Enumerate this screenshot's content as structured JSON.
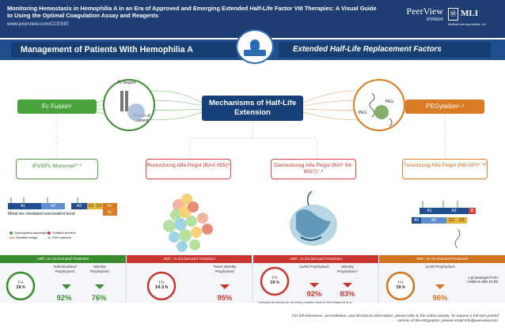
{
  "header": {
    "title": "Monitoring Hemostasis in Hemophilia A in an Era of Approved and Emerging Extended Half-Life Factor VIII Therapies: A Visual Guide to Using the Optimal Coagulation Assay and Reagents",
    "url": "www.peerview.com/CCE930",
    "logo_pv_main": "PeerView",
    "logo_pv_sub": "inVision",
    "logo_mli_mark": "Ⓜ",
    "logo_mli": "MLI",
    "logo_mli_sub": "Medical Learning Institute, Inc."
  },
  "band": {
    "left_title": "Management of Patients With Hemophilia A",
    "right_title": "Extended Half-Life Replacement Factors"
  },
  "mechanisms": {
    "center_title": "Mechanisms of Half-Life Extension",
    "left_label": "Fc Fusion¹",
    "right_label": "PEGylation¹·²",
    "fc_region": "Fc Region",
    "protein": "Protein of Interest",
    "peg1": "PEG",
    "peg2": "PEG"
  },
  "drugs": [
    {
      "name": "rFVIIIFc Monomer³⁻⁵",
      "color": "green"
    },
    {
      "name": "Rurioctocog Alfa Pegol (BAX 855)⁶",
      "color": "red"
    },
    {
      "name": "Damoctocog Alfa Pegol (BAY 94-9027)⁷·⁸",
      "color": "red"
    },
    {
      "name": "Turoctocog Alfa Pegol (N8-GP)⁹⁻¹¹",
      "color": "orange"
    }
  ],
  "structure": {
    "domains": [
      "A1",
      "A2",
      "A3",
      "C1",
      "C2",
      "Fc",
      "Fc"
    ],
    "caption": "Metal ion–mediated noncovalent bond",
    "legend": [
      "Glycosylated asparagine",
      "Sulfated tyrosine",
      "Disulfide bridge",
      "Free cysteine"
    ],
    "n8gp_domains": [
      "A1",
      "A2",
      "B",
      "A3",
      "A3",
      "C1",
      "C2"
    ]
  },
  "bottom": {
    "bar_label": "ABR ; vs On-Demand Treatment",
    "panels": [
      {
        "thalf_label": "t ½",
        "thalf": "19 h",
        "regimens": [
          {
            "name": "Individualized Prophylaxis",
            "pct": "92%"
          },
          {
            "name": "Weekly Prophylaxis",
            "pct": "76%"
          }
        ]
      },
      {
        "thalf_label": "t ½",
        "thalf": "14.3 h",
        "regimens": [
          {
            "name": "Twice Weekly Prophylaxis",
            "pct": "95%"
          }
        ]
      },
      {
        "thalf_label": "t ½",
        "thalf": "19 h",
        "regimens": [
          {
            "name": "1x/5d Prophylaxis",
            "pct": "92%"
          },
          {
            "name": "Weekly Prophylaxis*",
            "pct": "83%"
          }
        ]
      },
      {
        "thalf_label": "t ½",
        "thalf": "19 h",
        "regimens": [
          {
            "name": "1x/4d Prophylaxis",
            "pct": "96%"
          }
        ]
      }
    ],
    "n8gp_note": "1 pt developed FVIII inhibitors after 93 ED",
    "footnote": "* Included all bleeds for all active patients seen in the treatment arm."
  },
  "citation": "For full references, accreditation, and disclosure information, please refer to the online activity. To request a full-size printed version of the infographic, please email info@peerview.com.",
  "colors": {
    "navy": "#1e3d73",
    "green": "#4aa23c",
    "red": "#d6453f",
    "orange": "#d97a25"
  }
}
